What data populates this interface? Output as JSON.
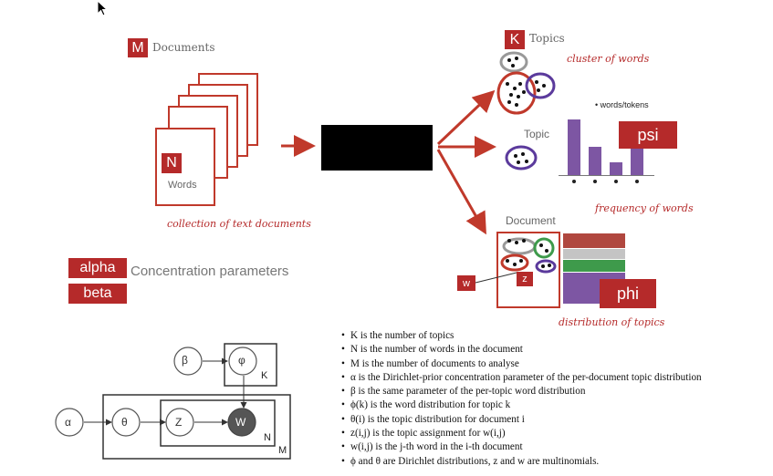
{
  "labels": {
    "m_box": "M",
    "documents": "Documents",
    "n_box": "N",
    "words": "Words",
    "collection_caption": "collection of text documents",
    "k_box": "K",
    "topics": "Topics",
    "cluster_caption": "cluster of words",
    "topic": "Topic",
    "words_tokens": "words/tokens",
    "psi_box": "psi",
    "frequency_caption": "frequency of words",
    "document": "Document",
    "w_box": "w",
    "z_box": "z",
    "phi_box": "phi",
    "distribution_caption": "distribution of topics",
    "alpha_box": "alpha",
    "beta_box": "beta",
    "concentration": "Concentration parameters"
  },
  "plate": {
    "beta": "β",
    "phi": "φ",
    "k": "K",
    "alpha": "α",
    "theta": "θ",
    "z": "Z",
    "w": "W",
    "n": "N",
    "m": "M"
  },
  "definitions": [
    "K is the number of topics",
    "N is the number of words in the document",
    "M is the number of documents to analyse",
    "α is the Dirichlet-prior concentration parameter of the per-document topic distribution",
    "β is the same parameter of the per-topic word distribution",
    "ϕ(k) is the word distribution for topic k",
    "θ(i) is the topic distribution for document i",
    "z(i,j) is the topic assignment for w(i,j)",
    "w(i,j) is the j-th word in the i-th document",
    "ϕ and θ are Dirichlet distributions, z and w are multinomials."
  ],
  "colors": {
    "accent_red": "#b52a2a",
    "bar_purple": "#7d56a3",
    "stack_red": "#b0473f",
    "stack_gray": "#c4c4c4",
    "stack_green": "#3e9a4b",
    "stack_purple": "#7d56a3",
    "node_dark": "#555555"
  },
  "icons": [
    "mouse-pointer-icon"
  ]
}
